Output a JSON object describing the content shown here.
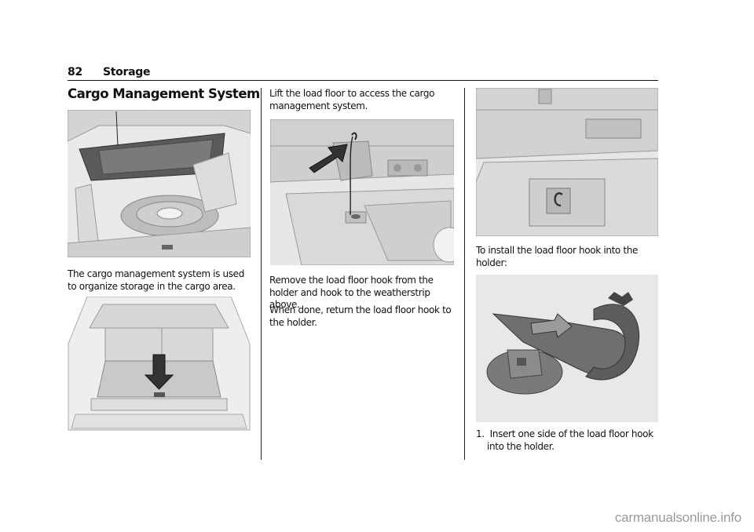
{
  "header": {
    "page_number": "82",
    "section": "Storage"
  },
  "section_title": "Cargo Management System",
  "col1": {
    "intro": "The cargo management system is used to organize storage in the cargo area."
  },
  "col2": {
    "lift": "Lift the load floor to access the cargo management system.",
    "remove": "Remove the load floor hook from the holder and hook to the weatherstrip above.",
    "return": "When done, return the load floor hook to the holder."
  },
  "col3": {
    "install": "To install the load floor hook into the holder:",
    "step1": "1.  Insert one side of the load floor hook into the holder."
  },
  "watermark": "carmanualsonline.info",
  "colors": {
    "text": "#111111",
    "arrow": "#333333",
    "panel": "#d8d8d8",
    "panel_dark": "#a8a8a8"
  }
}
